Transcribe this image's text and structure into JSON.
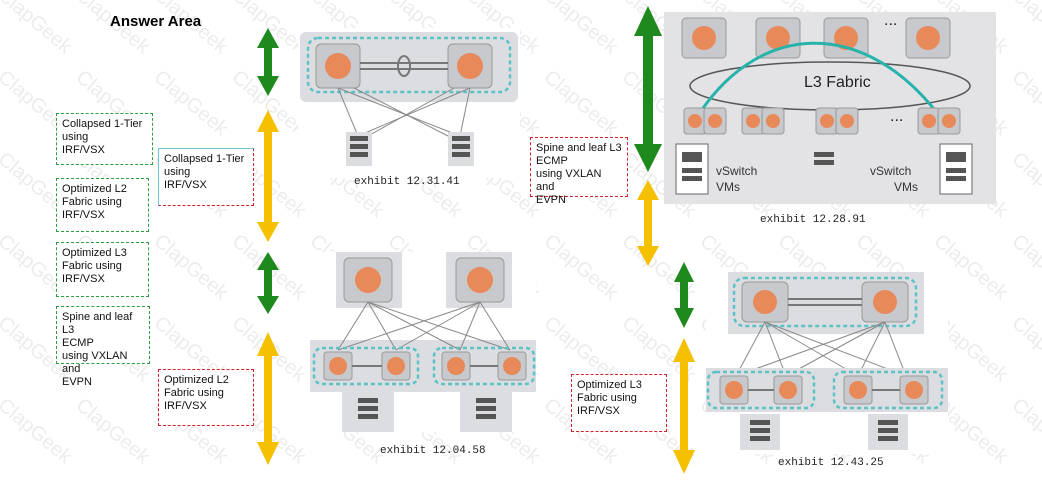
{
  "answer_area": {
    "title": "Answer Area"
  },
  "options": [
    {
      "label": "Collapsed 1-Tier\nusing\nIRF/VSX"
    },
    {
      "label": "Optimized L2\nFabric using\nIRF/VSX"
    },
    {
      "label": "Optimized L3\nFabric using\nIRF/VSX"
    },
    {
      "label": "Spine and leaf L3\nECMP\nusing VXLAN and\nEVPN"
    }
  ],
  "answers": [
    {
      "label": "Collapsed 1-Tier\nusing\nIRF/VSX"
    },
    {
      "label": "Optimized L2\nFabric using\nIRF/VSX"
    },
    {
      "label": "Spine and leaf L3\nECMP\nusing VXLAN and\nEVPN"
    },
    {
      "label": "Optimized L3\nFabric using\nIRF/VSX"
    }
  ],
  "exhibits": [
    {
      "caption": "exhibit 12.31.41"
    },
    {
      "caption": "exhibit 12.04.58"
    },
    {
      "caption": "exhibit 12.28.91"
    },
    {
      "caption": "exhibit 12.43.25"
    }
  ],
  "exhibit3": {
    "fabric_label": "L3 Fabric",
    "vswitch_label": "vSwitch",
    "vms_label": "VMs",
    "ellipsis": "..."
  },
  "colors": {
    "green_arrow": "#1e8a1e",
    "yellow_arrow": "#f5c000",
    "switch_orange": "#e8895a",
    "teal": "#5cc2c8"
  },
  "watermark": "ClapGeek"
}
